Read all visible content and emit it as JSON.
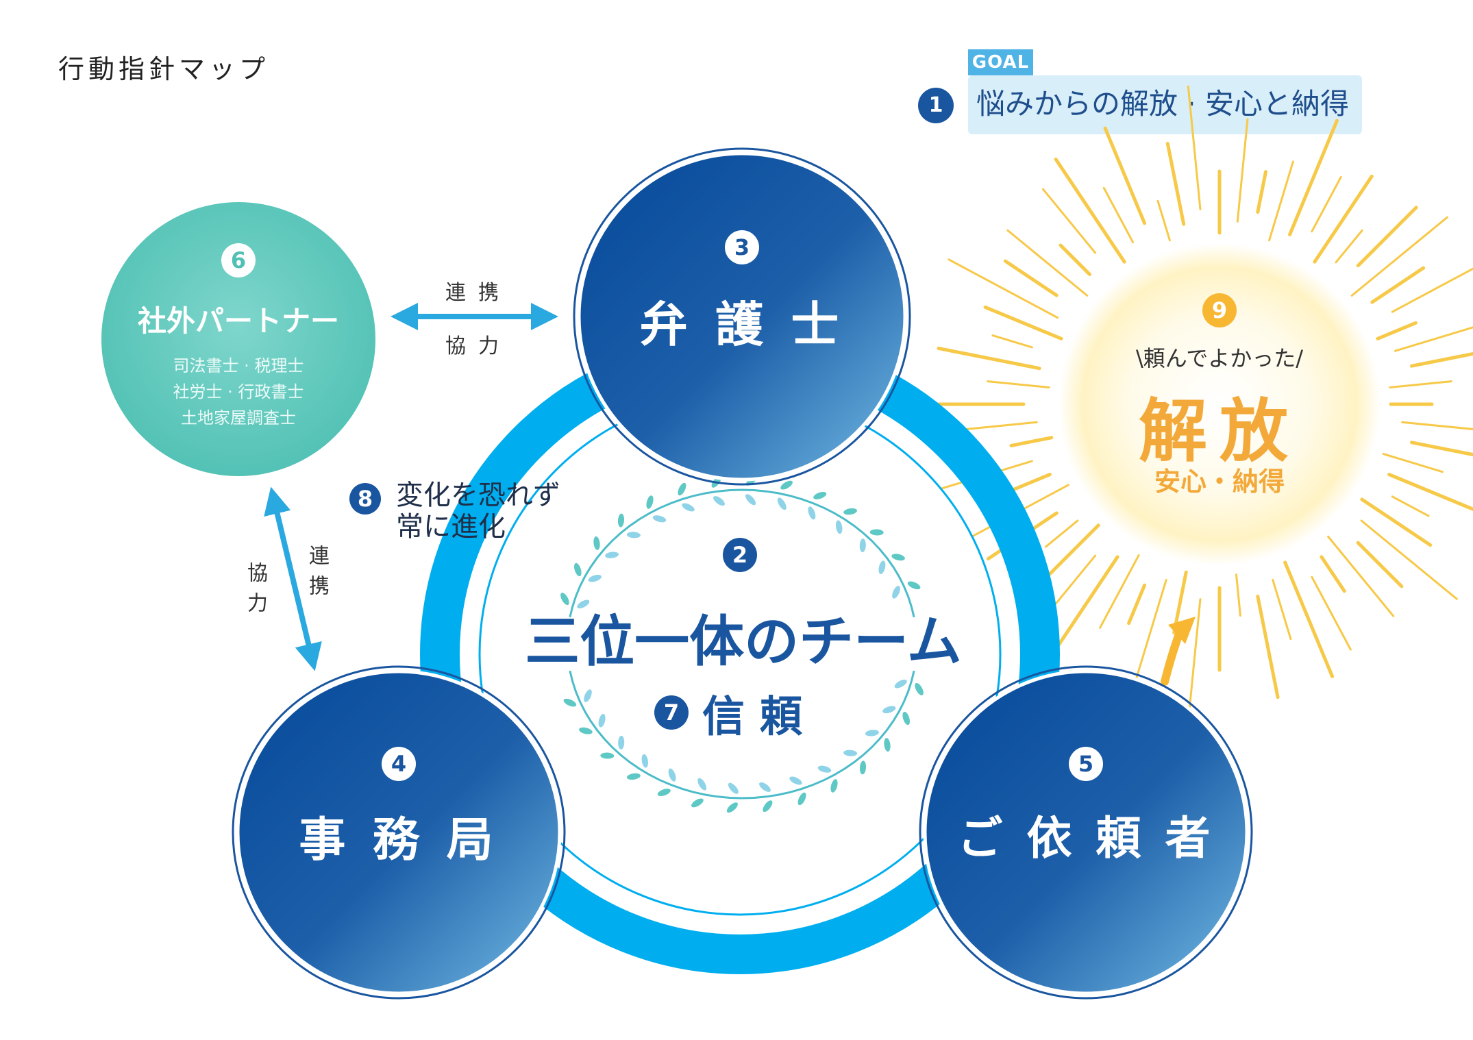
{
  "page_title": "行動指針マップ",
  "goal": {
    "badge": "GOAL",
    "number": "1",
    "text": "悩みからの解放 · 安心と納得"
  },
  "lawyer": {
    "number": "3",
    "label": "弁 護 士"
  },
  "office": {
    "number": "4",
    "label": "事 務 局"
  },
  "client": {
    "number": "5",
    "label": "ご 依 頼 者"
  },
  "partner": {
    "number": "6",
    "label": "社外パートナー",
    "sub": [
      "司法書士 · 税理士",
      "社労士 · 行政書士",
      "土地家屋調査士"
    ]
  },
  "team": {
    "number": "2",
    "label": "三位一体のチーム"
  },
  "trust": {
    "number": "7",
    "label": "信頼"
  },
  "change": {
    "number": "8",
    "line1": "変化を恐れず",
    "line2": "常に進化"
  },
  "release": {
    "number": "9",
    "tagline": "\\頼んでよかった/",
    "label": "解放",
    "sub": "安心・納得"
  },
  "links": {
    "horizontal": {
      "top": "連携",
      "bottom": "協力"
    },
    "vertical": {
      "right": "連携",
      "left": "協力"
    }
  },
  "colors": {
    "navy": "#1a56a0",
    "ring": "#00aeef",
    "teal": "#5cc6bb",
    "gold": "#f3a93a",
    "ray": "#f7c948"
  }
}
